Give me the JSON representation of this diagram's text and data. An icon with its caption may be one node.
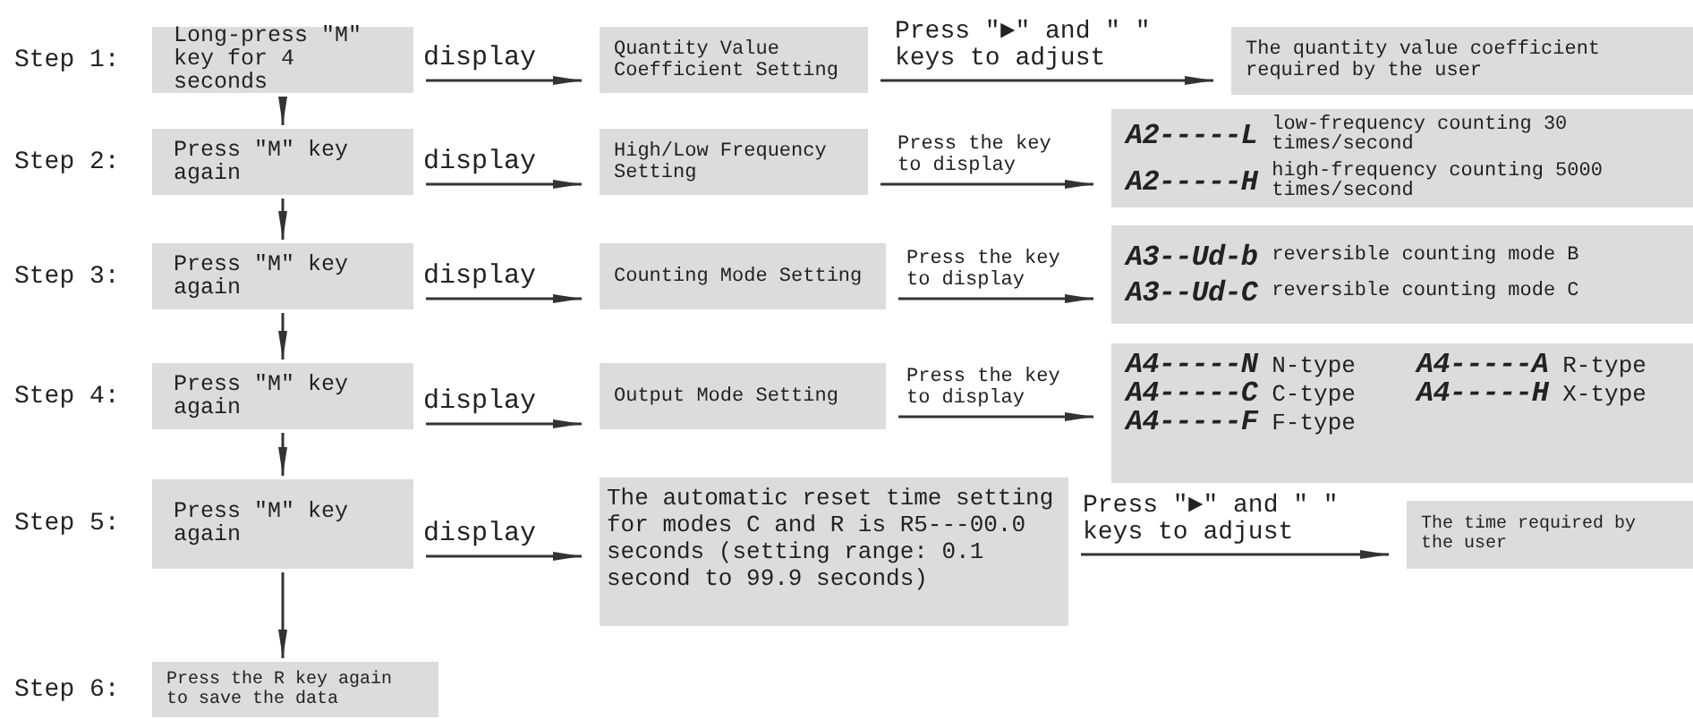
{
  "diagram": {
    "nodes": [
      {
        "text": [
          "Long-press \"M\" key for 4 seconds"
        ],
        "beside": [
          "Step 1:"
        ]
      },
      {
        "text": [
          "Quantity Value Coefficient Setting"
        ]
      },
      {
        "text": [
          "The quantity value coefficient required by the user"
        ]
      },
      {
        "text": [
          "Press \"M\" key again"
        ],
        "beside": [
          "Step 2:"
        ]
      },
      {
        "text": [
          "High/Low Frequency Setting"
        ]
      },
      {
        "text": [
          "A2-----L",
          "low-frequency counting 30 times/second",
          "A2-----H",
          "high-frequency counting 5000 times/second"
        ]
      },
      {
        "text": [
          "Press \"M\" key again"
        ],
        "beside": [
          "Step 3:"
        ]
      },
      {
        "text": [
          "Counting Mode Setting"
        ]
      },
      {
        "text": [
          "A3--Ud-b",
          "reversible counting mode B",
          "A3--Ud-C",
          "reversible counting mode C"
        ]
      },
      {
        "text": [
          "Press \"M\" key again"
        ],
        "beside": [
          "Step 4:"
        ]
      },
      {
        "text": [
          "Output Mode Setting"
        ]
      },
      {
        "text": [
          "A4-----N",
          "N-type",
          "A4-----A",
          "R-type",
          "A4-----C",
          "C-type",
          "A4-----H",
          "X-type",
          "A4-----F",
          "F-type"
        ]
      },
      {
        "text": [
          "Press \"M\" key again"
        ],
        "beside": [
          "Step 5:"
        ]
      },
      {
        "text": [
          "The automatic reset time setting for modes C and R is R5---00.0 seconds (setting range: 0.1 second to 99.9 seconds)"
        ]
      },
      {
        "text": [
          "The time required by the user"
        ]
      },
      {
        "text": [
          "Press the R key again to save the data"
        ],
        "beside": [
          "Step 6:"
        ]
      }
    ],
    "edges": [
      {
        "from": 0,
        "to": 1,
        "arrow": "to",
        "label": "display"
      },
      {
        "from": 1,
        "to": 2,
        "arrow": "to",
        "label": "Press \"►\" and \" \" keys to adjust"
      },
      {
        "from": 3,
        "to": 4,
        "arrow": "to",
        "label": "display"
      },
      {
        "from": 4,
        "to": 5,
        "arrow": "to",
        "label": "Press the key to display"
      },
      {
        "from": 6,
        "to": 7,
        "arrow": "to",
        "label": "display"
      },
      {
        "from": 7,
        "to": 8,
        "arrow": "to",
        "label": "Press the key to display"
      },
      {
        "from": 9,
        "to": 10,
        "arrow": "to",
        "label": "display"
      },
      {
        "from": 10,
        "to": 11,
        "arrow": "to",
        "label": "Press the key to display"
      },
      {
        "from": 12,
        "to": 13,
        "arrow": "to",
        "label": "display"
      },
      {
        "from": 13,
        "to": 14,
        "arrow": "to",
        "label": "Press \"►\" and \" \" keys to adjust"
      },
      {
        "from": 0,
        "to": 3,
        "arrow": "to"
      },
      {
        "from": 3,
        "to": 6,
        "arrow": "to"
      },
      {
        "from": 6,
        "to": 9,
        "arrow": "to"
      },
      {
        "from": 9,
        "to": 12,
        "arrow": "to"
      },
      {
        "from": 12,
        "to": 15,
        "arrow": "to"
      }
    ]
  }
}
